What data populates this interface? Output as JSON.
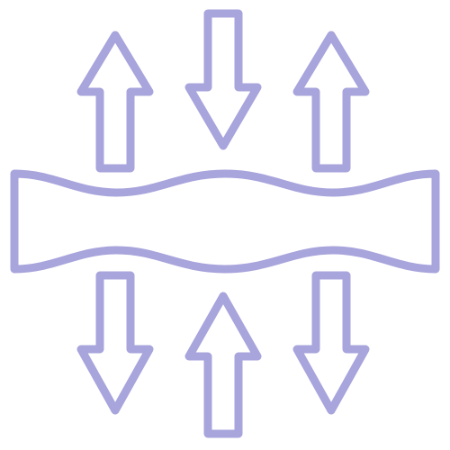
{
  "icon": {
    "name": "breathable-fabric-icon",
    "stroke_color": "#a8a4dc",
    "background_color": "#ffffff",
    "arrows": [
      {
        "name": "arrow-up-left",
        "direction": "up"
      },
      {
        "name": "arrow-down-center-top",
        "direction": "down"
      },
      {
        "name": "arrow-up-right",
        "direction": "up"
      },
      {
        "name": "arrow-down-left",
        "direction": "down"
      },
      {
        "name": "arrow-up-center-bottom",
        "direction": "up"
      },
      {
        "name": "arrow-down-right",
        "direction": "down"
      }
    ]
  }
}
